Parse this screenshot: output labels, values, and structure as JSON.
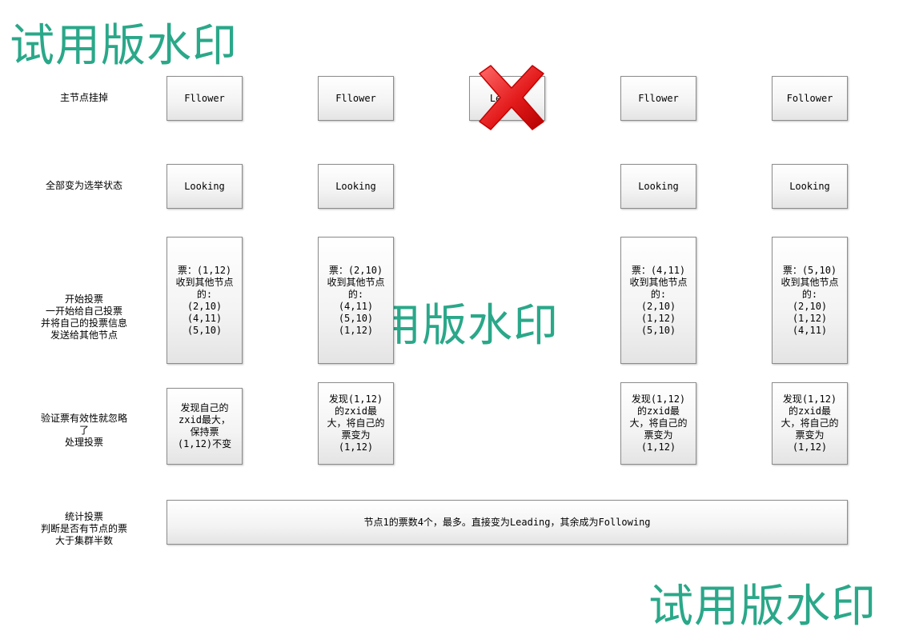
{
  "watermark_text": "试用版水印",
  "rows": [
    {
      "label": "主节点挂掉"
    },
    {
      "label": "全部变为选举状态"
    },
    {
      "label": "开始投票\n一开始给自己投票\n并将自己的投票信息\n发送给其他节点"
    },
    {
      "label": "验证票有效性就忽略\n了\n处理投票"
    },
    {
      "label": "统计投票\n判断是否有节点的票\n大于集群半数"
    }
  ],
  "row1_boxes": [
    "Fllower",
    "Fllower",
    "Leader",
    "Fllower",
    "Follower"
  ],
  "row1_crossed": "Leader",
  "row2_boxes": [
    "Looking",
    "Looking",
    "Looking",
    "Looking"
  ],
  "row3_boxes": [
    "票：(1,12)\n收到其他节点\n的:\n(2,10)\n(4,11)\n(5,10)",
    "票：(2,10)\n收到其他节点\n的:\n(4,11)\n(5,10)\n(1,12)",
    "票：(4,11)\n收到其他节点\n的:\n(2,10)\n(1,12)\n(5,10)",
    "票：(5,10)\n收到其他节点\n的:\n(2,10)\n(1,12)\n(4,11)"
  ],
  "row4_boxes": [
    "发现自己的\nzxid最大，\n保持票\n(1,12)不变",
    "发现(1,12)\n的zxid最\n大，将自己的\n票变为\n(1,12)",
    "发现(1,12)\n的zxid最\n大，将自己的\n票变为\n(1,12)",
    "发现(1,12)\n的zxid最\n大，将自己的\n票变为\n(1,12)"
  ],
  "result_text": "节点1的票数4个，最多。直接变为Leading，其余成为Following",
  "colors": {
    "watermark": "#2aa889",
    "cross": "#e02020"
  }
}
